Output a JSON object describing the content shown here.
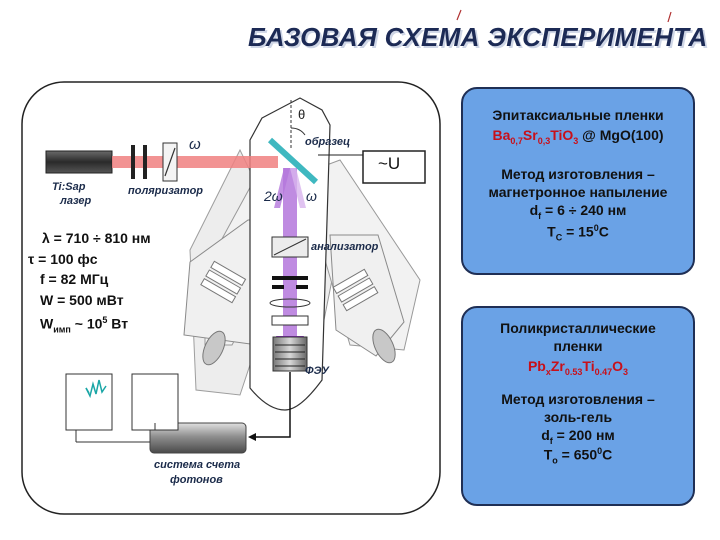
{
  "title": "БАЗОВАЯ СХЕМА ЭКСПЕРИМЕНТА",
  "labels": {
    "laser_line1": "Ti:Sap",
    "laser_line2": "лазер",
    "polarizer": "поляризатор",
    "omega": "ω",
    "two_omega": "2ω",
    "omega2": "ω",
    "theta": "θ",
    "sample": "образец",
    "voltage": "~U",
    "analyzer": "анализатор",
    "pmt": "ФЭУ",
    "counter_line1": "система счета",
    "counter_line2": "фотонов"
  },
  "params": {
    "lambda": "λ = 710 ÷ 810 нм",
    "tau": "τ = 100 фс",
    "freq": "f = 82 МГц",
    "power": "W = 500 мВт",
    "pulse_w": "W",
    "pulse_sub": "имп",
    "pulse_val": " ~ 10",
    "pulse_exp": "5",
    "pulse_unit": " Вт"
  },
  "card_top": {
    "heading": "Эпитаксиальные пленки",
    "f1_a": "Ba",
    "f1_b": "0,7",
    "f1_c": "Sr",
    "f1_d": "0,3",
    "f1_e": "TiO",
    "f1_f": "3",
    "f1_g": " @ MgO(100)",
    "method1": "Метод изготовления –",
    "method2": "магнетронное напыление",
    "thick_a": "d",
    "thick_b": "f",
    "thick_c": " =  6 ÷ 240 нм",
    "temp_a": "T",
    "temp_b": "C",
    "temp_c": " = 15",
    "temp_d": "0",
    "temp_e": "C"
  },
  "card_bottom": {
    "heading1": "Поликристаллические",
    "heading2": "пленки",
    "f_a": "Pb",
    "f_b": "x",
    "f_c": "Zr",
    "f_d": "0.53",
    "f_e": "Ti",
    "f_f": "0.47",
    "f_g": "O",
    "f_h": "3",
    "method1": "Метод изготовления –",
    "method2": "золь-гель",
    "thick_a": "d",
    "thick_b": "f",
    "thick_c": " =  200 нм",
    "temp_a": "T",
    "temp_b": "o",
    "temp_c": " = 650",
    "temp_d": "0",
    "temp_e": "C"
  },
  "colors": {
    "title": "#1c2a55",
    "card_bg": "#6aa2e6",
    "beam_red": "#f08080",
    "beam_violet": "#a64dd6",
    "formula_red": "#c8101a",
    "sample": "#3fb8c0"
  }
}
